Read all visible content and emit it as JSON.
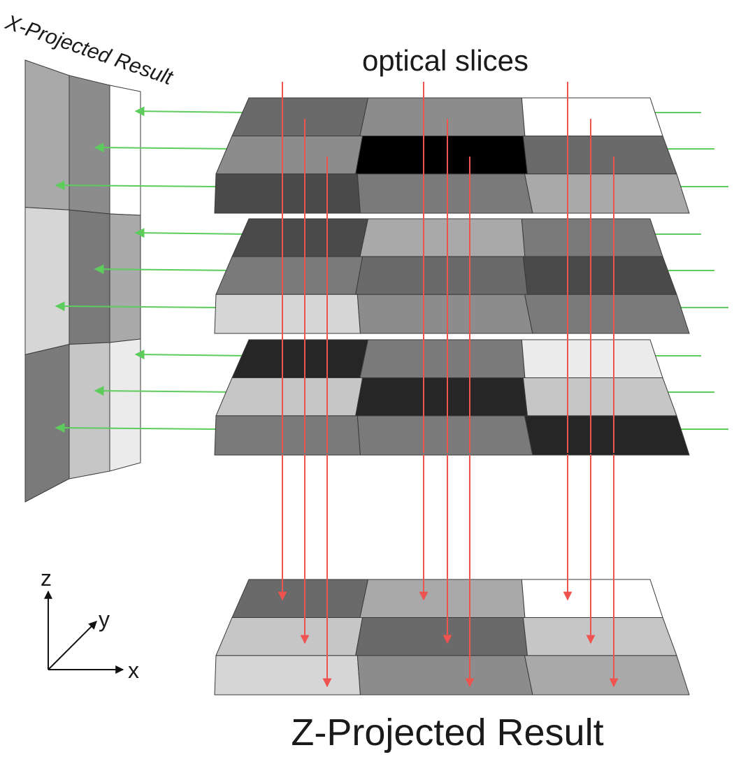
{
  "labels": {
    "optical_slices": "optical slices",
    "x_projected": "X-Projected Result",
    "z_projected": "Z-Projected Result",
    "axis_x": "x",
    "axis_y": "y",
    "axis_z": "z"
  },
  "colors": {
    "red_arrow": "#ef5350",
    "green_arrow": "#5dcc5d",
    "outline": "#3a3a3a"
  },
  "slices": [
    {
      "rows": [
        [
          "#6a6a6a",
          "#8c8c8c",
          "#ffffff"
        ],
        [
          "#8c8c8c",
          "#000000",
          "#6a6a6a"
        ],
        [
          "#4a4a4a",
          "#7a7a7a",
          "#a9a9a9"
        ]
      ]
    },
    {
      "rows": [
        [
          "#4a4a4a",
          "#a9a9a9",
          "#7a7a7a"
        ],
        [
          "#7a7a7a",
          "#6a6a6a",
          "#4a4a4a"
        ],
        [
          "#d6d6d6",
          "#8c8c8c",
          "#7a7a7a"
        ]
      ]
    },
    {
      "rows": [
        [
          "#262626",
          "#7a7a7a",
          "#ebebeb"
        ],
        [
          "#c6c6c6",
          "#262626",
          "#c6c6c6"
        ],
        [
          "#7a7a7a",
          "#7a7a7a",
          "#262626"
        ]
      ]
    }
  ],
  "z_result": {
    "rows": [
      [
        "#6a6a6a",
        "#a9a9a9",
        "#ffffff"
      ],
      [
        "#c6c6c6",
        "#6a6a6a",
        "#c6c6c6"
      ],
      [
        "#d6d6d6",
        "#8c8c8c",
        "#a9a9a9"
      ]
    ]
  },
  "x_result": [
    [
      "#a9a9a9",
      "#8c8c8c",
      "#ffffff"
    ],
    [
      "#d6d6d6",
      "#7a7a7a",
      "#a9a9a9"
    ],
    [
      "#7a7a7a",
      "#c6c6c6",
      "#ebebeb"
    ]
  ]
}
